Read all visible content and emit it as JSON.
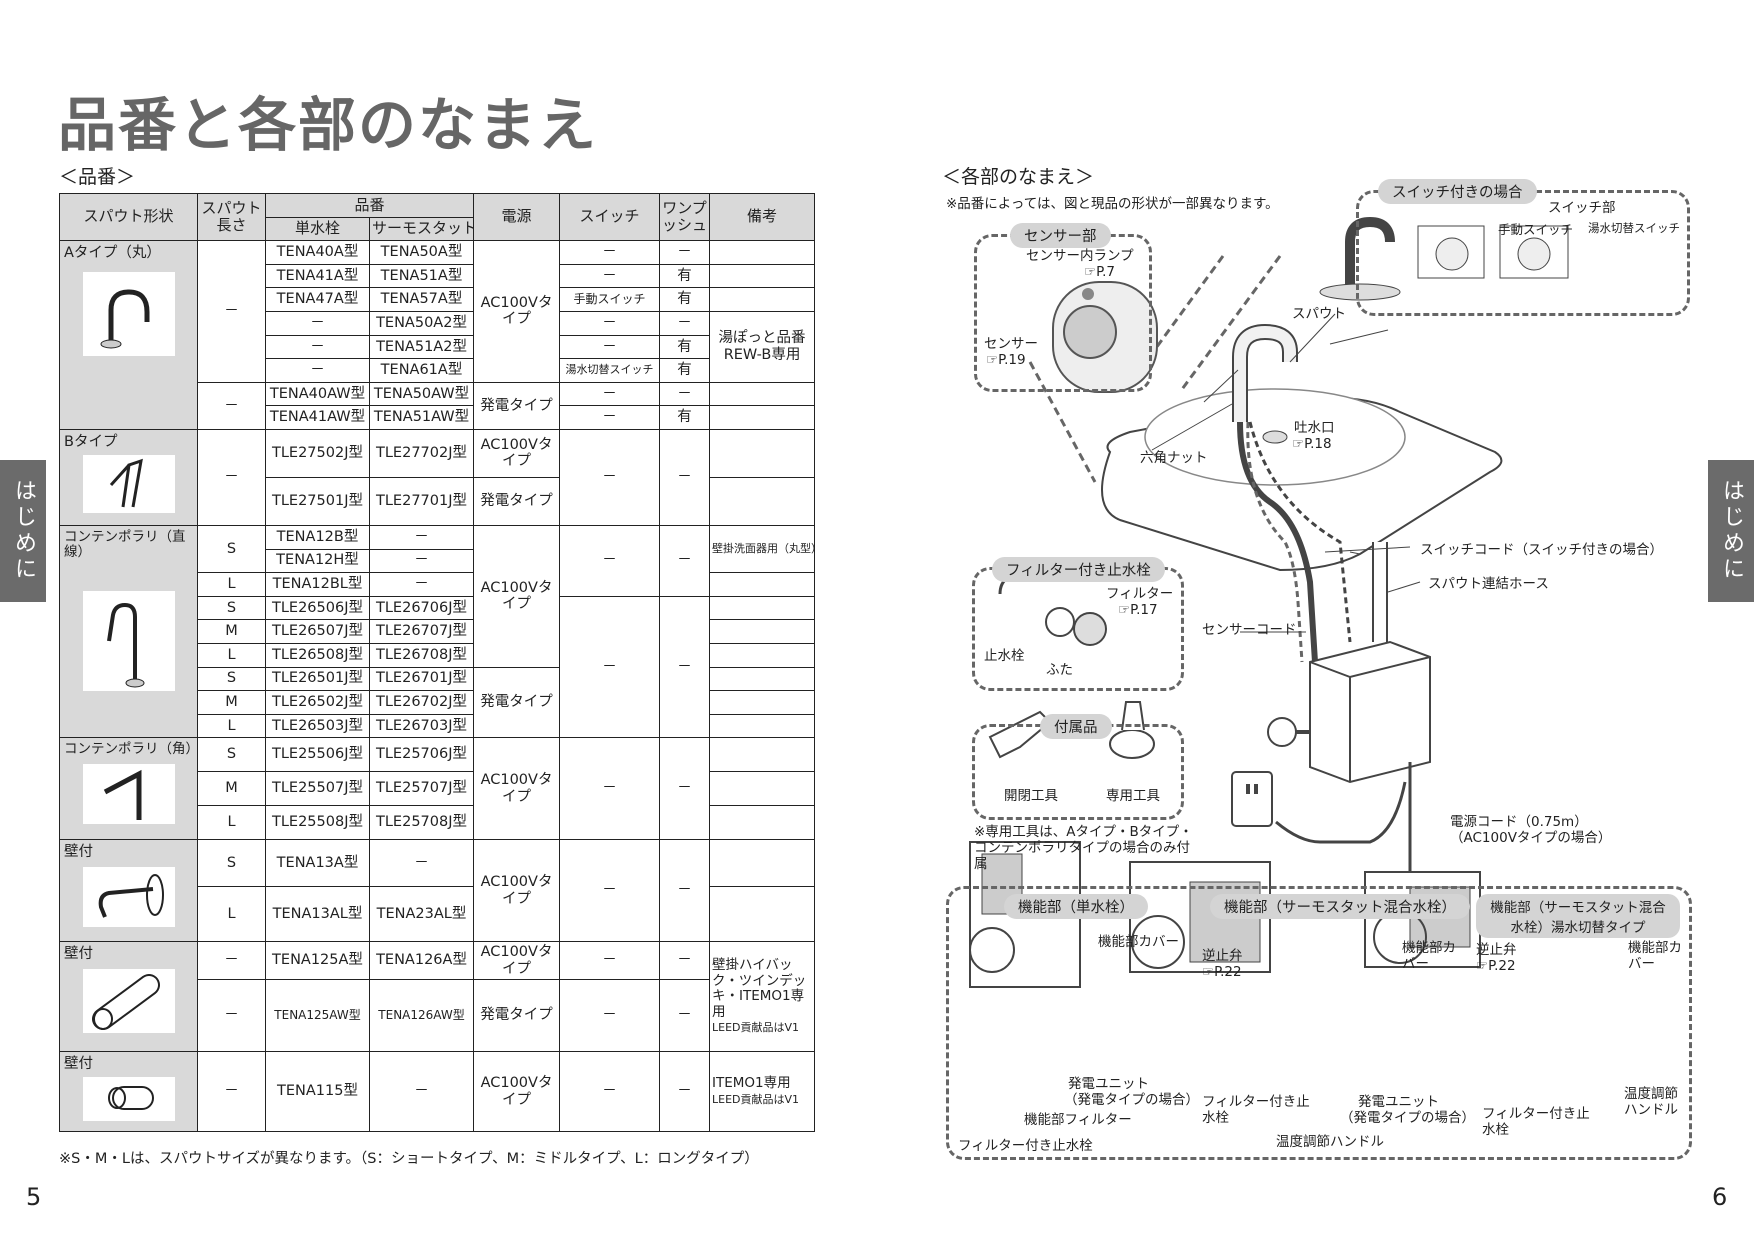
{
  "page": {
    "title": "品番と各部のなまえ",
    "section_left": "＜品番＞",
    "section_right": "＜各部のなまえ＞",
    "side_tab": "はじめに",
    "page_left": "5",
    "page_right": "6",
    "bottom_note": "※S・M・Lは、スパウトサイズが異なります。（S：ショートタイプ、M：ミドルタイプ、L：ロングタイプ）"
  },
  "table": {
    "headers": {
      "spout_shape": "スパウト形状",
      "spout_length": "スパウト長さ",
      "part_no": "品番",
      "single": "単水栓",
      "thermo": "サーモスタット混合水栓",
      "power": "電源",
      "switch": "スイッチ",
      "one_push": "ワンプッシュ",
      "remarks": "備考"
    },
    "dash": "－",
    "ari": "有",
    "groups": {
      "a": {
        "label": "Aタイプ（丸）",
        "r1": [
          "TENA40A型",
          "TENA50A型"
        ],
        "r2": [
          "TENA41A型",
          "TENA51A型"
        ],
        "r3": [
          "TENA47A型",
          "TENA57A型"
        ],
        "r4": [
          "－",
          "TENA50A2型"
        ],
        "r5": [
          "－",
          "TENA51A2型"
        ],
        "r6": [
          "－",
          "TENA61A型"
        ],
        "r7": [
          "TENA40AW型",
          "TENA50AW型"
        ],
        "r8": [
          "TENA41AW型",
          "TENA51AW型"
        ],
        "power_ac": "AC100Vタイプ",
        "power_gen": "発電タイプ",
        "switch_manual": "手動スイッチ",
        "switch_hot": "湯水切替スイッチ",
        "remarks": "湯ぽっと品番REW-B専用"
      },
      "b": {
        "label": "Bタイプ",
        "r1": [
          "TLE27502J型",
          "TLE27702J型"
        ],
        "r2": [
          "TLE27501J型",
          "TLE27701J型"
        ],
        "power_ac": "AC100Vタイプ",
        "power_gen": "発電タイプ"
      },
      "c": {
        "label": "コンテンポラリ（直線）",
        "r1": [
          "S",
          "TENA12B型",
          "－"
        ],
        "r2": [
          "TENA12H型",
          "－"
        ],
        "r3": [
          "L",
          "TENA12BL型",
          "－"
        ],
        "r4": [
          "S",
          "TLE26506J型",
          "TLE26706J型"
        ],
        "r5": [
          "M",
          "TLE26507J型",
          "TLE26707J型"
        ],
        "r6": [
          "L",
          "TLE26508J型",
          "TLE26708J型"
        ],
        "r7": [
          "S",
          "TLE26501J型",
          "TLE26701J型"
        ],
        "r8": [
          "M",
          "TLE26502J型",
          "TLE26702J型"
        ],
        "r9": [
          "L",
          "TLE26503J型",
          "TLE26703J型"
        ],
        "power_ac": "AC100Vタイプ",
        "power_gen": "発電タイプ",
        "remarks": "壁掛洗面器用（丸型）"
      },
      "d": {
        "label": "コンテンポラリ（角）",
        "r1": [
          "S",
          "TLE25506J型",
          "TLE25706J型"
        ],
        "r2": [
          "M",
          "TLE25507J型",
          "TLE25707J型"
        ],
        "r3": [
          "L",
          "TLE25508J型",
          "TLE25708J型"
        ],
        "power_ac": "AC100Vタイプ"
      },
      "e": {
        "label": "壁付",
        "r1": [
          "S",
          "TENA13A型",
          "－"
        ],
        "r2": [
          "L",
          "TENA13AL型",
          "TENA23AL型"
        ],
        "power_ac": "AC100Vタイプ"
      },
      "f": {
        "label": "壁付",
        "r1": [
          "TENA125A型",
          "TENA126A型"
        ],
        "r2": [
          "TENA125AW型",
          "TENA126AW型"
        ],
        "power_ac": "AC100Vタイプ",
        "power_gen": "発電タイプ",
        "remarks1": "壁掛ハイバック・ツインデッキ・ITEMO1専用",
        "remarks2": "LEED貢献品はV1"
      },
      "g": {
        "label": "壁付",
        "r1": [
          "TENA115型",
          "－"
        ],
        "power_ac": "AC100Vタイプ",
        "remarks1": "ITEMO1専用",
        "remarks2": "LEED貢献品はV1"
      }
    }
  },
  "diagram": {
    "note": "※品番によっては、図と現品の形状が一部異なります。",
    "switch_case": "スイッチ付きの場合",
    "switch_part": "スイッチ部",
    "manual_switch": "手動スイッチ",
    "hot_switch": "湯水切替スイッチ",
    "sensor_part": "センサー部",
    "sensor_lamp": "センサー内ランプ",
    "ref_p7": "☞P.7",
    "sensor": "センサー",
    "ref_p19": "☞P.19",
    "spout": "スパウト",
    "outlet": "吐水口",
    "ref_p18": "☞P.18",
    "hex_nut": "六角ナット",
    "switch_cord": "スイッチコード（スイッチ付きの場合）",
    "hose": "スパウト連結ホース",
    "sensor_cord": "センサーコード",
    "filter_valve_title": "フィルター付き止水栓",
    "filter": "フィルター",
    "ref_p17": "☞P.17",
    "stop_valve": "止水栓",
    "lid": "ふた",
    "accessories": "付属品",
    "open_tool": "開閉工具",
    "special_tool": "専用工具",
    "tool_note": "※専用工具は、Aタイプ・Bタイプ・コンテンポラリタイプの場合のみ付属",
    "power_cord": "電源コード（0.75m）",
    "power_cord2": "（AC100Vタイプの場合）",
    "func_single": "機能部（単水栓）",
    "func_thermo": "機能部（サーモスタット混合水栓）",
    "func_thermo_hot": "機能部（サーモスタット混合水栓）湯水切替タイプ",
    "func_cover": "機能部カバー",
    "func_cover2": "機能部カバー",
    "check_valve": "逆止弁",
    "ref_p22": "☞P.22",
    "gen_unit": "発電ユニット",
    "gen_unit_note": "（発電タイプの場合）",
    "func_filter": "機能部フィルター",
    "filter_valve": "フィルター付き止水栓",
    "filter_valve_b": "フィルター付き止水栓",
    "temp_handle": "温度調節ハンドル",
    "temp_handle2": "温度調節ハンドル"
  }
}
